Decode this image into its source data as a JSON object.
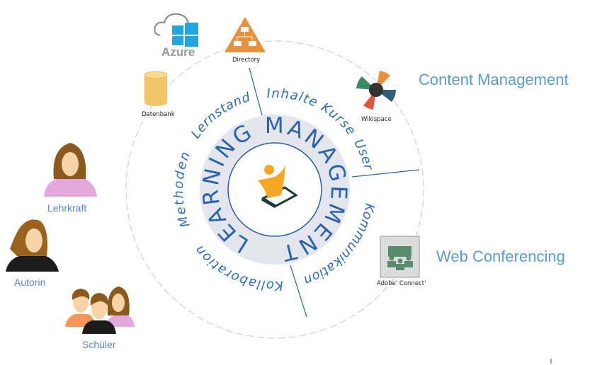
{
  "center": {
    "ring_text": "LEARNING MANAGEMENT"
  },
  "ring_words": [
    "Methoden",
    "Lernstand",
    "Inhalte Kurse",
    "User",
    "Kommunikation",
    "Kollaboration"
  ],
  "systems": {
    "azure": "Azure",
    "directory": "Directory",
    "database": "Datenbank",
    "wikispace": "Wikispace",
    "adobe_connect": "Adobe' Connect'"
  },
  "categories": {
    "content_management": "Content Management",
    "web_conferencing": "Web Conferencing"
  },
  "roles": [
    "Lehrkraft",
    "Autorin",
    "Schüler"
  ],
  "colors": {
    "accent": "#2a63ad",
    "title": "#5b9bd5",
    "ring": "#e3e6ec",
    "orange": "#e8913a"
  }
}
